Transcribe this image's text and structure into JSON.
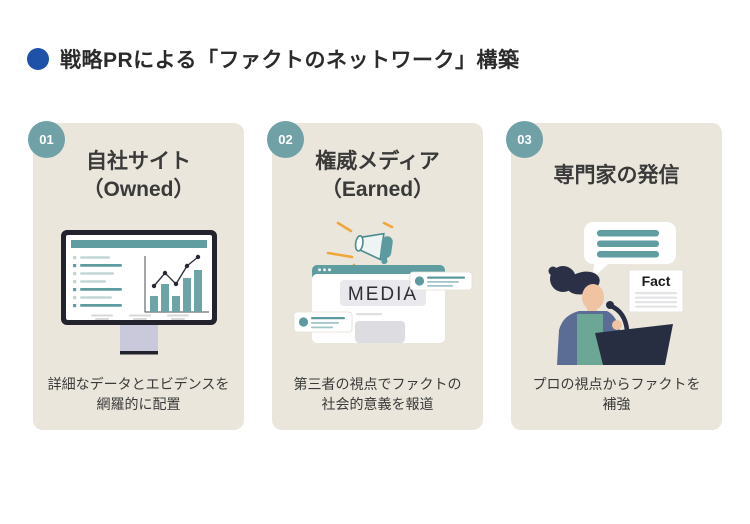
{
  "header": {
    "bullet_icon": "blue-circle-bullet",
    "title": "戦略PRによる「ファクトのネットワーク」構築"
  },
  "colors": {
    "accent_blue": "#1d52a8",
    "card_background": "#eae6db",
    "badge_teal": "#6fa1a7",
    "illustration_teal": "#5f9da1",
    "highlight_yellow": "#efa63c",
    "dark_navy": "#272e42",
    "text_dark": "#2b2b2b"
  },
  "cards": [
    {
      "number": "01",
      "title_lines": [
        "自社サイト",
        "（Owned）"
      ],
      "description_lines": [
        "詳細なデータとエビデンスを",
        "網羅的に配置"
      ],
      "illustration": "monitor-dashboard-chart"
    },
    {
      "number": "02",
      "title_lines": [
        "権威メディア",
        "（Earned）"
      ],
      "description_lines": [
        "第三者の視点でファクトの",
        "社会的意義を報道"
      ],
      "illustration": "megaphone-media-browser",
      "browser_label": "MEDIA"
    },
    {
      "number": "03",
      "title_lines": [
        "専門家の発信"
      ],
      "description_lines": [
        "プロの視点からファクトを",
        "補強"
      ],
      "illustration": "expert-podium-speech",
      "fact_label": "Fact"
    }
  ]
}
